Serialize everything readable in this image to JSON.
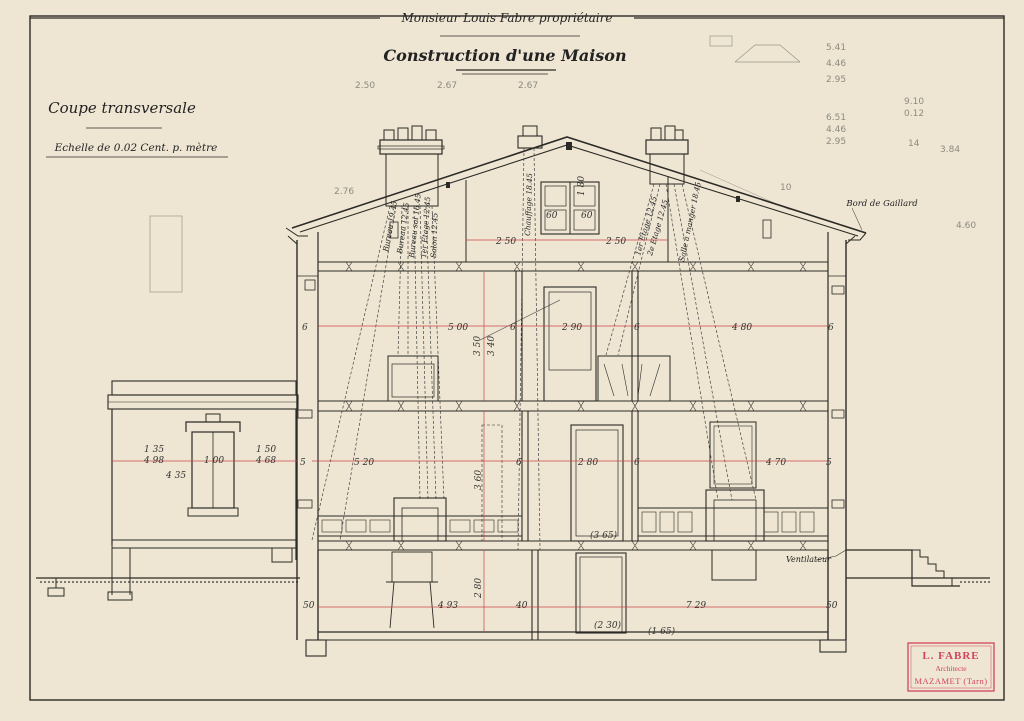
{
  "sheet": {
    "owner_line": "Monsieur Louis Fabre propriétaire",
    "title": "Construction d'une Maison",
    "subtitle": "Coupe transversale",
    "scale": "Echelle de 0.02 Cent. p. mètre"
  },
  "stamp": {
    "name": "L. FABRE",
    "role": "Architecte",
    "city": "MAZAMET (Tarn)",
    "color": "#d0455a"
  },
  "flue_labels": [
    "Bureau 19.45",
    "Bureau 12.45",
    "Bureau sal 16.45",
    "1er Etage 12.45",
    "Salon 12.45",
    "Chauffage 18.45",
    "1er Etage 12.45",
    "2e Etage 12.45",
    "Salle à manger 18.45"
  ],
  "annotations": {
    "gutter": "Bord de Gaillard",
    "ventilator": "Ventilateur"
  },
  "dimensions": {
    "attic": [
      "2 50",
      "2 50",
      "60",
      "60",
      "1 80"
    ],
    "upper_floor": [
      "6",
      "5 00",
      "6",
      "2 90",
      "6",
      "4 80",
      "6",
      "3 50",
      "3 40"
    ],
    "ground_floor": [
      "5",
      "5 20",
      "6",
      "2 80",
      "6",
      "4 70",
      "5",
      "3 60"
    ],
    "annex": [
      "1 35",
      "4 98",
      "1 50",
      "4 68",
      "4 35",
      "1 00"
    ],
    "basement": [
      "50",
      "4 93",
      "40",
      "7 29",
      "50",
      "2 80",
      "(2 30)",
      "(1 65)",
      "(3 65)"
    ]
  },
  "pencil_notes": [
    "2.50",
    "2.67",
    "2.67",
    "2.76",
    "5.41",
    "4.46",
    "2.95",
    "6.51",
    "4.46",
    "2.95",
    "9.10",
    "0.12",
    "4.60",
    "10",
    "14",
    "3.84"
  ]
}
